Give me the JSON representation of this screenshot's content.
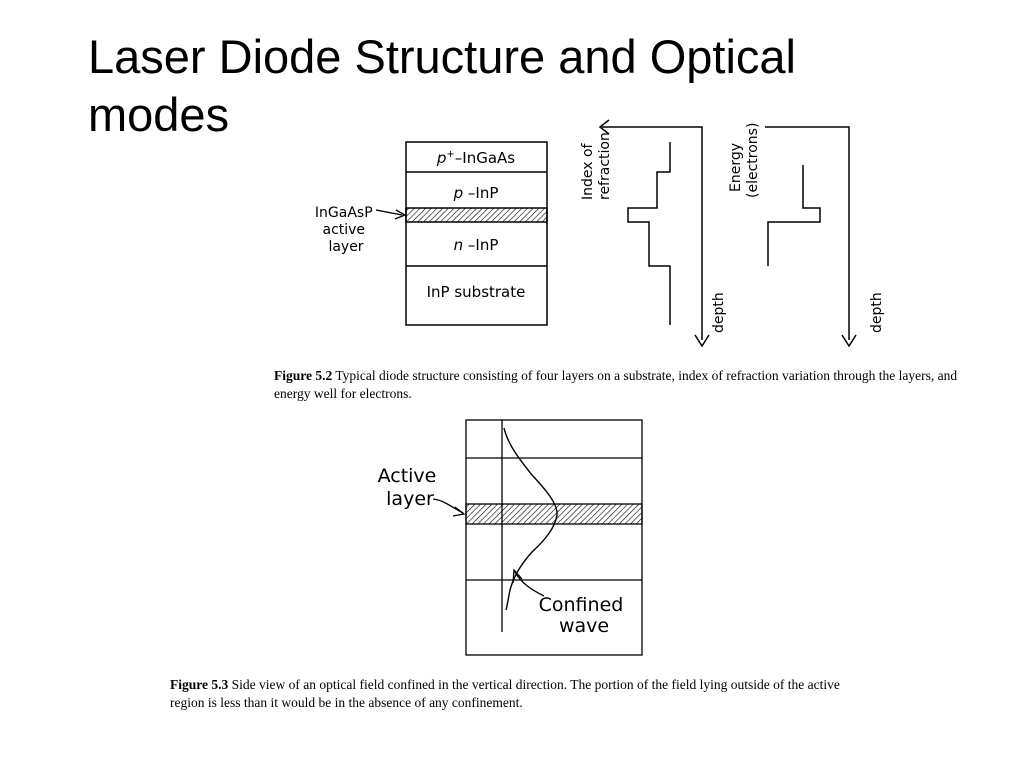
{
  "slide": {
    "title_line1": "Laser Diode Structure and Optical",
    "title_line2": "modes"
  },
  "figure_5_2": {
    "layers": {
      "cap_p_italic": "p",
      "cap_sup": "+",
      "cap_rest": "–InGaAs",
      "p_italic": "p",
      "p_rest": " –InP",
      "n_italic": "n",
      "n_rest": " –InP",
      "substrate": "InP substrate"
    },
    "active_label": [
      "InGaAsP",
      "active",
      "layer"
    ],
    "index_axis_label": [
      "Index of",
      "refraction"
    ],
    "energy_axis_label": [
      "Energy",
      "(electrons)"
    ],
    "depth_label_index": "depth",
    "depth_label_energy": "depth",
    "caption_label": "Figure 5.2",
    "caption_text": " Typical diode structure consisting of four layers on a substrate, index of refraction variation through the layers, and energy well for electrons."
  },
  "figure_5_3": {
    "active_label": [
      "Active",
      "layer"
    ],
    "wave_label": [
      "Confined",
      "wave"
    ],
    "caption_label": "Figure 5.3",
    "caption_text": " Side view of an optical field confined in the vertical direction.  The portion of the field lying outside of the active region is less than it would be in the absence of any confinement."
  }
}
